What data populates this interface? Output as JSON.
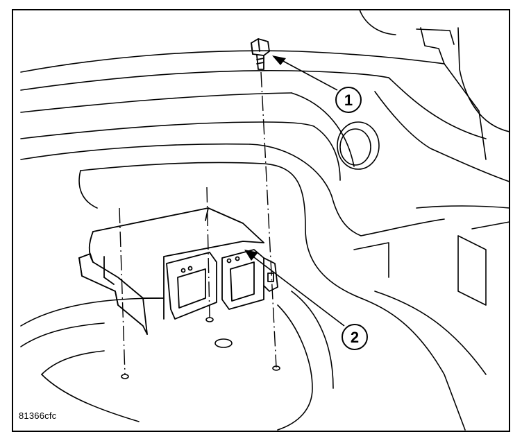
{
  "figure": {
    "code": "81366cfc",
    "callouts": [
      {
        "number": "1"
      },
      {
        "number": "2"
      }
    ]
  },
  "colors": {
    "line": "#000000",
    "background": "#ffffff"
  }
}
